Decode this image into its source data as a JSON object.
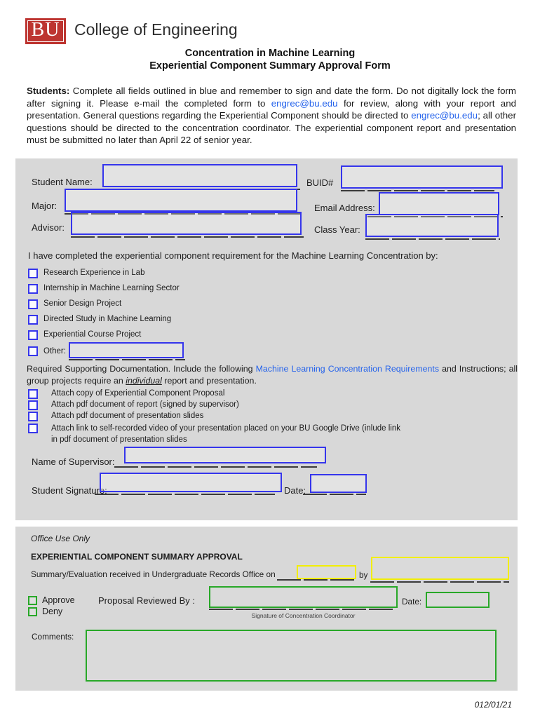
{
  "header": {
    "logo_text": "BU",
    "college": "College of Engineering"
  },
  "title": {
    "line1": "Concentration in Machine Learning",
    "line2": "Experiential Component Summary Approval Form"
  },
  "intro": {
    "lead": "Students:",
    "seg1": " Complete all fields outlined in blue and remember to sign and date the form. Do not digitally lock the form after signing it. Please e-mail the completed form to ",
    "link1": "engrec@bu.edu",
    "seg2": " for review, along with your report and presentation. General questions regarding the Experiential Component should be directed to ",
    "link2": "engrec@bu.edu",
    "seg3": "; all other questions should be directed to the concentration coordinator. The experiential component report and presentation must be submitted no later than April 22 of senior year."
  },
  "fields": {
    "student_name": "Student Name:",
    "buid": "BUID#",
    "major": "Major:",
    "email": "Email Address:",
    "advisor": "Advisor:",
    "class_year": "Class Year:"
  },
  "completion": {
    "prompt": "I have completed the experiential component requirement for the Machine Learning Concentration by:",
    "options": [
      "Research Experience in Lab",
      "Internship in Machine Learning Sector",
      "Senior Design Project",
      "Directed Study in Machine Learning",
      "Experiential Course Project"
    ],
    "other_label": "Other:"
  },
  "docs": {
    "seg1": "Required Supporting Documentation. Include the following ",
    "link": "Machine Learning Concentration Requirements",
    "seg2": " and Instructions; all group projects require an ",
    "em": "individual",
    "seg3": " report and presentation.",
    "items": [
      "Attach copy of Experiential Component Proposal",
      "Attach pdf document of report (signed by supervisor)",
      "Attach pdf document of presentation slides",
      "Attach link to self-recorded video of your presentation placed on your BU Google Drive (inlude link in pdf document of presentation slides"
    ]
  },
  "supervisor": {
    "label": "Name of Supervisor:"
  },
  "signature": {
    "label": "Student Signature:",
    "date_label": "Date:"
  },
  "office": {
    "header": "Office Use Only",
    "title": "EXPERIENTIAL COMPONENT SUMMARY APPROVAL",
    "received_prefix": "Summary/Evaluation received in Undergraduate Records Office on",
    "by_label": "by",
    "approve_label": "Approve",
    "deny_label": "Deny",
    "reviewed_by_label": "Proposal Reviewed By :",
    "date_label": "Date:",
    "signature_caption": "Signature of Concentration Coordinator",
    "comments_label": "Comments:"
  },
  "footer": {
    "version": "012/01/21"
  },
  "colors": {
    "bu_red": "#bd3430",
    "panel_gray": "#d8d8d8",
    "field_blue": "#3535ec",
    "office_green": "#28a828",
    "office_yellow": "#f2ee06",
    "link_blue": "#2563eb"
  }
}
